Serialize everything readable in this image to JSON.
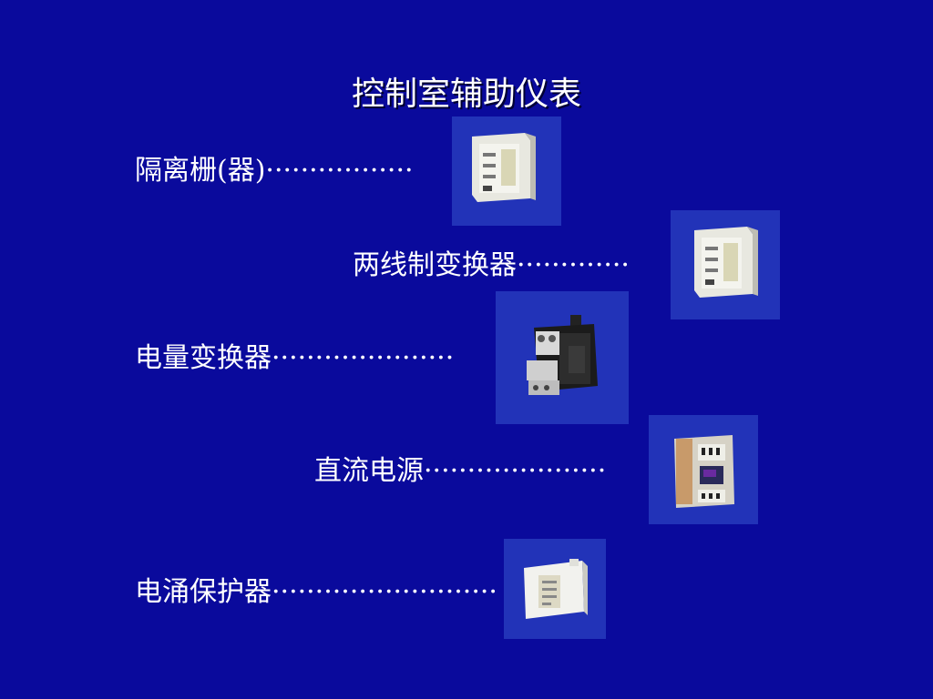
{
  "slide": {
    "title": "控制室辅助仪表",
    "background_color": "#0a0a9c",
    "photo_background_color": "#2233b8",
    "items": [
      {
        "label": "隔离栅(器)",
        "leader": "·················",
        "image_icon": "isolator-module-icon"
      },
      {
        "label": "两线制变换器",
        "leader": "·············",
        "image_icon": "two-wire-transmitter-module-icon"
      },
      {
        "label": "电量变换器",
        "leader": "·····················",
        "image_icon": "power-transducer-icon"
      },
      {
        "label": "直流电源",
        "leader": "·····················",
        "image_icon": "dc-power-supply-icon"
      },
      {
        "label": "电涌保护器",
        "leader": "··························",
        "image_icon": "surge-protector-icon"
      }
    ]
  }
}
